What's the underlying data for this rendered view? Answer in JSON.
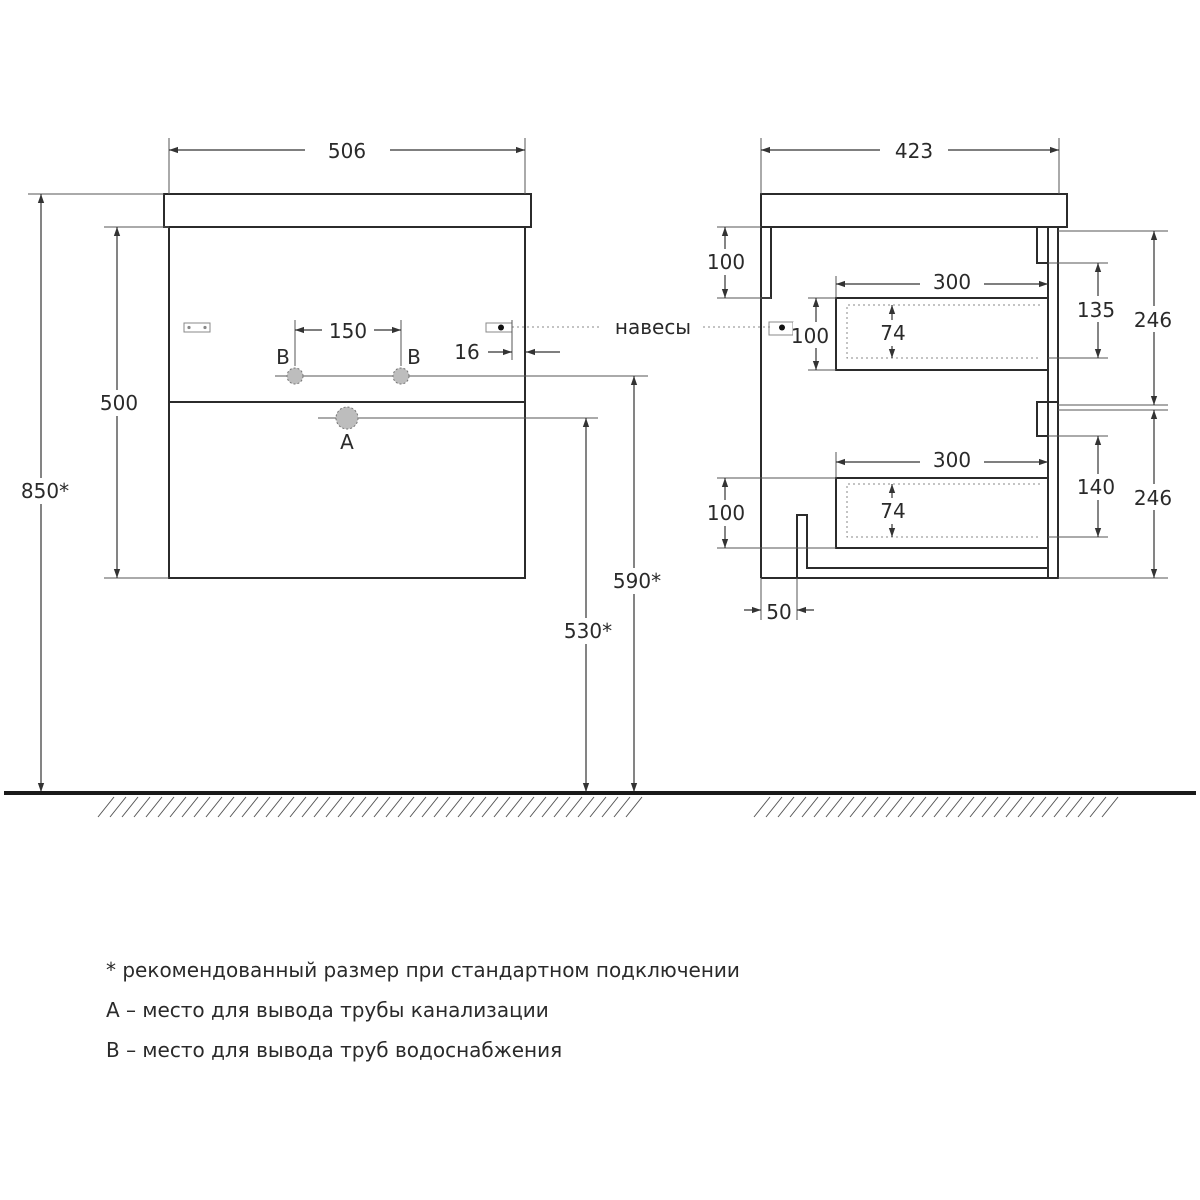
{
  "front_view": {
    "width": "506",
    "body_height": "500",
    "total_height": "850*",
    "pipe_spacing": "150",
    "hinge_offset": "16",
    "water_height": "590*",
    "drain_height": "530*",
    "water_label_left": "B",
    "water_label_right": "B",
    "drain_label": "A"
  },
  "side_view": {
    "depth": "423",
    "hinges_label": "навесы",
    "upper_cutout": "100",
    "upper_hinge_height": "100",
    "upper_drawer_depth": "300",
    "upper_drawer_inner": "74",
    "upper_drawer_height": "135",
    "upper_section": "246",
    "lower_drawer_depth": "300",
    "lower_drawer_inner": "74",
    "lower_cutout": "100",
    "lower_drawer_height": "140",
    "lower_section": "246",
    "leg_offset": "50"
  },
  "notes": [
    "* рекомендованный размер при стандартном подключении",
    "А – место для вывода трубы канализации",
    "В – место для вывода труб водоснабжения"
  ],
  "colors": {
    "line": "#2b2b2b",
    "pipe_fill": "#bdbdbd"
  }
}
